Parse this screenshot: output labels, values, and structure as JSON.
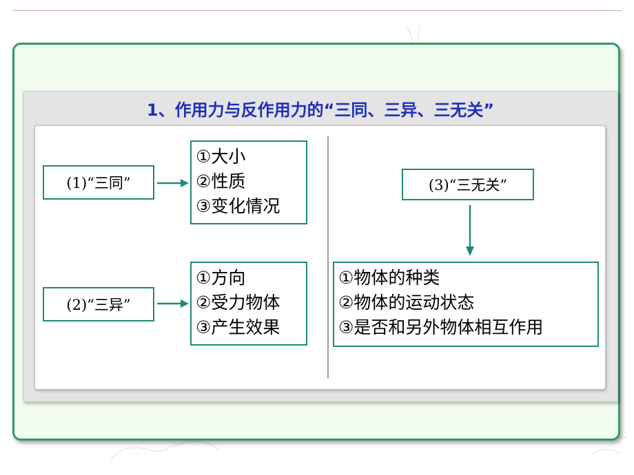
{
  "title": "1、作用力与反作用力的“三同、三异、三无关”",
  "same": {
    "label": "(1)“三同”",
    "items": [
      "①大小",
      "②性质",
      "③变化情况"
    ]
  },
  "different": {
    "label": "(2)“三异”",
    "items": [
      "①方向",
      "②受力物体",
      "③产生效果"
    ]
  },
  "unrelated": {
    "label": "(3)“三无关”",
    "items": [
      "①物体的种类",
      "②物体的运动状态",
      "③是否和另外物体相互作用"
    ]
  },
  "colors": {
    "title": "#1c2fbf",
    "box_border": "#1e8a7c",
    "card_border": "#2f9a6a",
    "card_fill": "#f1fcef"
  }
}
